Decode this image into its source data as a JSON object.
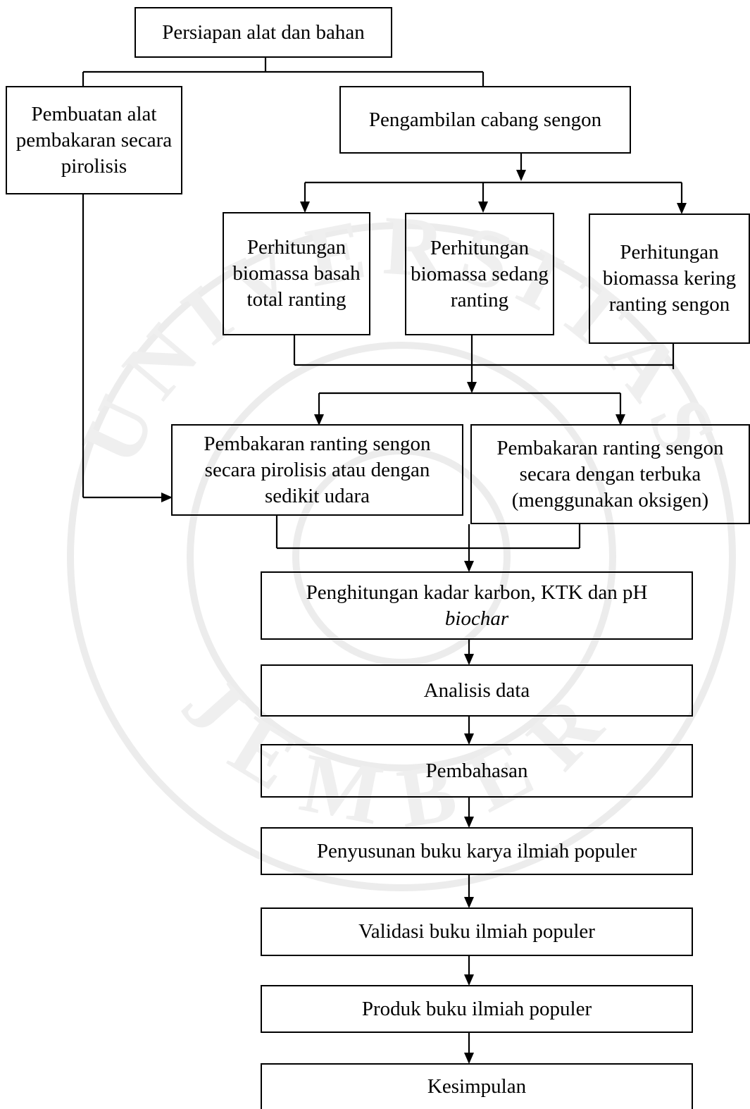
{
  "diagram": {
    "nodes": {
      "persiapan": "Persiapan alat dan bahan",
      "pembuatan_alat": "Pembuatan alat pembakaran secara pirolisis",
      "pengambilan": "Pengambilan cabang sengon",
      "biomassa_basah": "Perhitungan biomassa basah total ranting",
      "biomassa_sedang": "Perhitungan biomassa sedang ranting",
      "biomassa_kering": "Perhitungan biomassa kering ranting sengon",
      "pembakaran_pirolisis": "Pembakaran ranting sengon secara pirolisis atau dengan sedikit udara",
      "pembakaran_terbuka": "Pembakaran ranting sengon secara dengan terbuka (menggunakan oksigen)",
      "penghitungan_line1": "Penghitungan kadar karbon, KTK dan pH",
      "penghitungan_line2": "biochar",
      "analisis": "Analisis data",
      "pembahasan": "Pembahasan",
      "penyusunan": "Penyusunan buku karya ilmiah populer",
      "validasi": "Validasi buku ilmiah populer",
      "produk": "Produk buku ilmiah populer",
      "kesimpulan": "Kesimpulan"
    },
    "watermark": "UNIVERSITAS JEMBER",
    "colors": {
      "line": "#000000",
      "watermark": "#ececec"
    }
  }
}
